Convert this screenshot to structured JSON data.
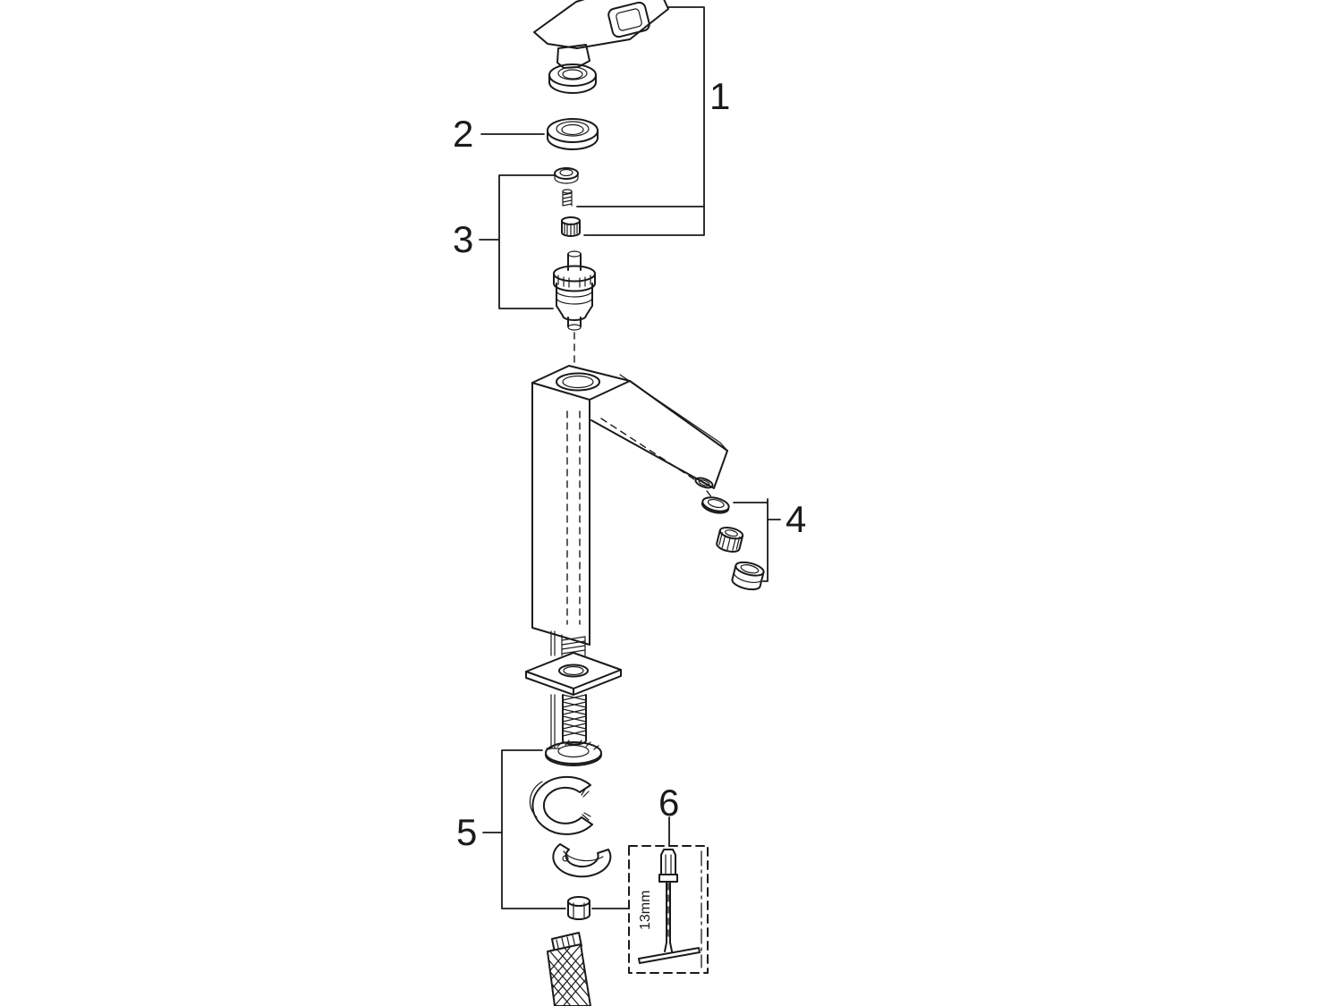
{
  "diagram": {
    "colors": {
      "line": "#1a1a1a",
      "background": "#ffffff"
    },
    "labels": {
      "part1": "1",
      "part2": "2",
      "part3": "3",
      "part4": "4",
      "part5": "5",
      "part6": "6",
      "tool_size": "13mm"
    }
  }
}
